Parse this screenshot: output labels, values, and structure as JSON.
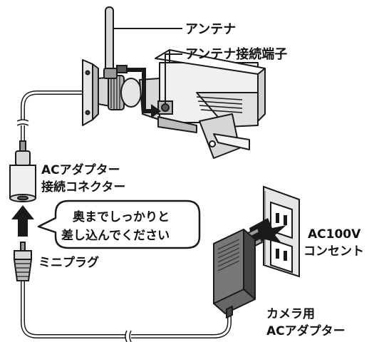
{
  "labels": {
    "antenna": "アンテナ",
    "antenna_terminal": "アンテナ接続端子",
    "ac_connector_1": "ACアダプター",
    "ac_connector_2": "接続コネクター",
    "plug_in_1": "奥までしっかりと",
    "plug_in_2": "差し込んでください",
    "mini_plug": "ミニプラグ",
    "outlet_1": "AC100V",
    "outlet_2": "コンセント",
    "adapter_1": "カメラ用",
    "adapter_2": "ACアダプター"
  },
  "colors": {
    "line": "#1a1a1a",
    "fill_light": "#e6e6e6",
    "fill_mid": "#b5b5b5",
    "fill_dark": "#555555",
    "cable": "#9a9a9a"
  }
}
